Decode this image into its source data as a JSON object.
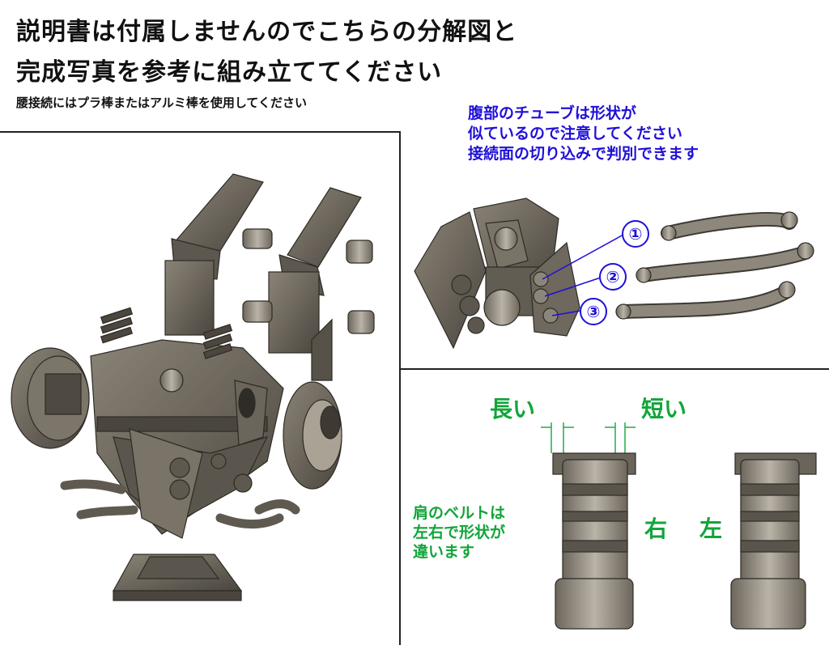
{
  "header": {
    "line1": "説明書は付属しませんのでこちらの分解図と",
    "line2": "完成写真を参考に組み立ててください",
    "line3": "腰接続にはプラ棒またはアルミ棒を使用してください"
  },
  "tube_note": {
    "lines": [
      "腹部のチューブは形状が",
      "似ているので注意してください",
      "接続面の切り込みで判別できます"
    ],
    "callouts": [
      "①",
      "②",
      "③"
    ],
    "color": "#1f10d6"
  },
  "belt_section": {
    "long_label": "長い",
    "short_label": "短い",
    "right_label": "右",
    "left_label": "左",
    "note_lines": [
      "肩のベルトは",
      "左右で形状が",
      "違います"
    ],
    "color": "#12a53a"
  }
}
